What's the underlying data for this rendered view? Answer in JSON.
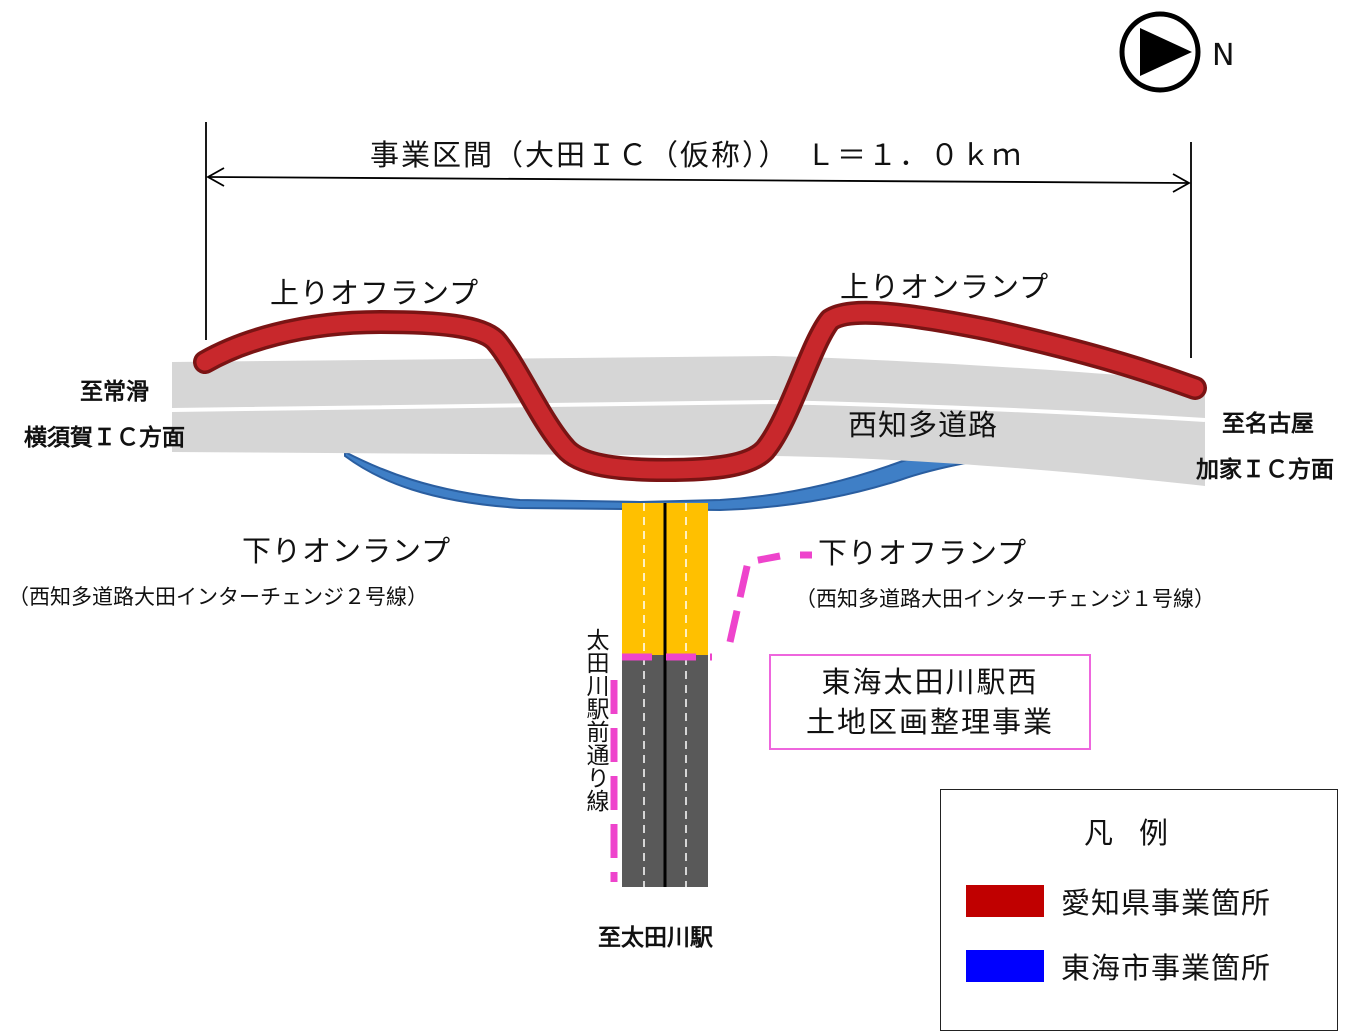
{
  "north": {
    "label": "N"
  },
  "span": {
    "label": "事業区間（大田ＩＣ（仮称））　Ｌ＝１．０ｋｍ"
  },
  "ramps": {
    "up_off": "上りオフランプ",
    "up_on": "上りオンランプ",
    "down_on": "下りオンランプ",
    "down_on_sub": "（西知多道路大田インターチェンジ２号線）",
    "down_off": "下りオフランプ",
    "down_off_sub": "（西知多道路大田インターチェンジ１号線）"
  },
  "roads": {
    "main": "西知多道路",
    "station_road": "太田川駅前通り線"
  },
  "directions": {
    "west_1": "至常滑",
    "west_2": "横須賀ＩＣ方面",
    "east_1": "至名古屋",
    "east_2": "加家ＩＣ方面",
    "south": "至太田川駅"
  },
  "project_box": {
    "line1": "東海太田川駅西",
    "line2": "土地区画整理事業"
  },
  "legend": {
    "title": "凡例",
    "items": [
      {
        "label": "愛知県事業箇所",
        "color": "#c00000"
      },
      {
        "label": "東海市事業箇所",
        "color": "#0000ff"
      }
    ]
  },
  "colors": {
    "highway": "#d6d6d6",
    "ramp_red": "#c8282c",
    "ramp_blue": "#3f7fc6",
    "station_road_yellow": "#ffc000",
    "station_road_gray": "#595959",
    "boundary_magenta": "#ee44cc"
  }
}
